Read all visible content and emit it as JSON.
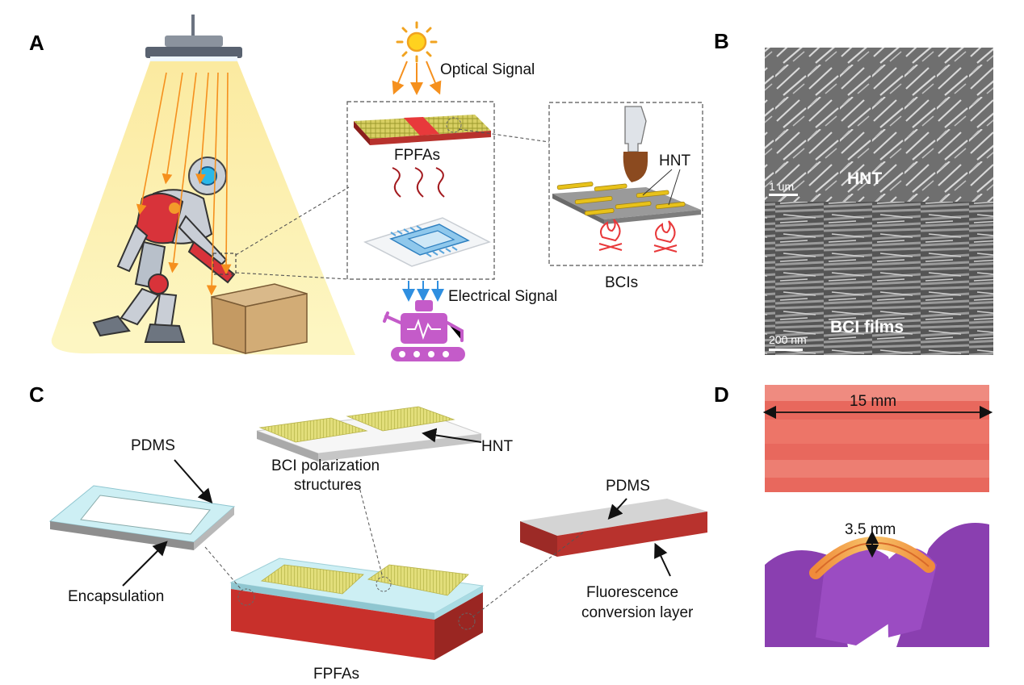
{
  "panels": {
    "a": "A",
    "b": "B",
    "c": "C",
    "d": "D"
  },
  "panel_a": {
    "optical_signal": "Optical Signal",
    "fpfas": "FPFAs",
    "hnt": "HNT",
    "bcis": "BCIs",
    "electrical_signal": "Electrical Signal"
  },
  "panel_b": {
    "top_label": "HNT",
    "top_scale": "1 um",
    "bottom_label": "BCI films",
    "bottom_scale": "200 nm"
  },
  "panel_c": {
    "pdms_left": "PDMS",
    "encapsulation": "Encapsulation",
    "bci_polarization": "BCI polarization",
    "structures": "structures",
    "hnt": "HNT",
    "pdms_right": "PDMS",
    "fluorescence": "Fluorescence",
    "conversion_layer": "conversion layer",
    "fpfas": "FPFAs"
  },
  "panel_d": {
    "width": "15 mm",
    "thickness": "3.5 mm"
  },
  "colors": {
    "light_cone": "#fdf6b4",
    "fpfa_red": "#b8322d",
    "hnt_gold": "#e8c21a",
    "pdms_cyan": "#cdeff4",
    "signal_orange": "#f5901e",
    "signal_blue": "#2f8fe0",
    "robot_purple": "#c45bc9",
    "flame_red": "#e8383a"
  }
}
